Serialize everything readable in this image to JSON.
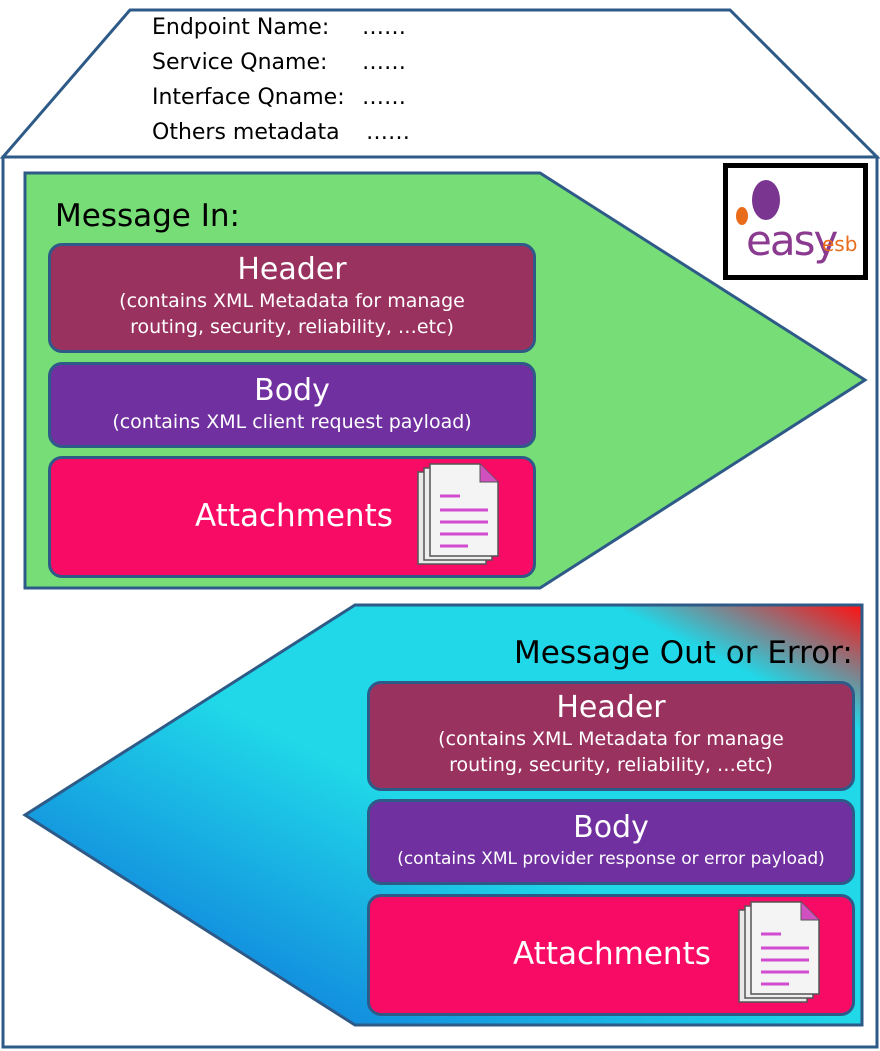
{
  "endpoint_meta": {
    "rows": [
      {
        "label": "Endpoint Name:",
        "value": "……"
      },
      {
        "label": "Service Qname:",
        "value": "……"
      },
      {
        "label": "Interface Qname:",
        "value": "……"
      },
      {
        "label": "Others metadata",
        "value": "……"
      }
    ]
  },
  "message_in": {
    "label": "Message In:",
    "header": {
      "title": "Header",
      "desc_line1": "(contains XML Metadata for manage",
      "desc_line2": "routing, security, reliability, …etc)"
    },
    "body": {
      "title": "Body",
      "desc": "(contains XML client request payload)"
    },
    "attachments": {
      "label": "Attachments"
    }
  },
  "message_out": {
    "label": "Message Out or Error:",
    "header": {
      "title": "Header",
      "desc_line1": "(contains XML Metadata for manage",
      "desc_line2": "routing, security, reliability, …etc)"
    },
    "body": {
      "title": "Body",
      "desc": "(contains XML provider response or error payload)"
    },
    "attachments": {
      "label": "Attachments"
    }
  },
  "logo": {
    "text": "easy",
    "suffix": "esb"
  },
  "colors": {
    "outline": "#2e5a88",
    "message_in_fill": "#77dd77",
    "header_fill": "#9a3260",
    "body_fill": "#7030a0",
    "attachments_fill": "#f70b64"
  }
}
